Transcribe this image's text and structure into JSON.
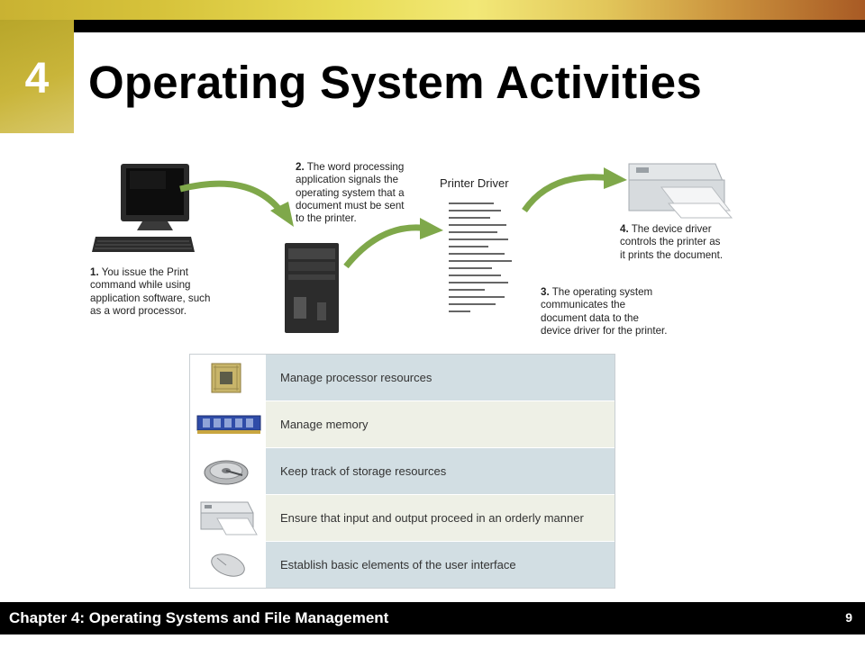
{
  "header": {
    "chapter_number": "4",
    "title": "Operating System Activities"
  },
  "diagram": {
    "step1": {
      "num": "1.",
      "text": "You issue the Print\ncommand while using\napplication software, such\nas a word processor."
    },
    "step2": {
      "num": "2.",
      "text": "The word processing\napplication signals the\noperating system that a\ndocument must be sent\nto the printer."
    },
    "step3": {
      "num": "3.",
      "text": "The operating system\ncommunicates the\ndocument data to the\ndevice driver for the printer."
    },
    "step4": {
      "num": "4.",
      "text": "The device driver\ncontrols the printer as\nit prints the document."
    },
    "driver_label": "Printer Driver",
    "arrow_color": "#7fa84a"
  },
  "table": {
    "rows": [
      {
        "icon": "processor-chip-icon",
        "label": "Manage processor resources"
      },
      {
        "icon": "memory-module-icon",
        "label": "Manage memory"
      },
      {
        "icon": "hard-drive-icon",
        "label": "Keep track of storage resources"
      },
      {
        "icon": "printer-icon",
        "label": "Ensure that input and output proceed in an orderly manner"
      },
      {
        "icon": "mouse-icon",
        "label": "Establish basic elements of the user interface"
      }
    ]
  },
  "footer": {
    "text": "Chapter 4: Operating Systems and File Management",
    "page": "9"
  }
}
